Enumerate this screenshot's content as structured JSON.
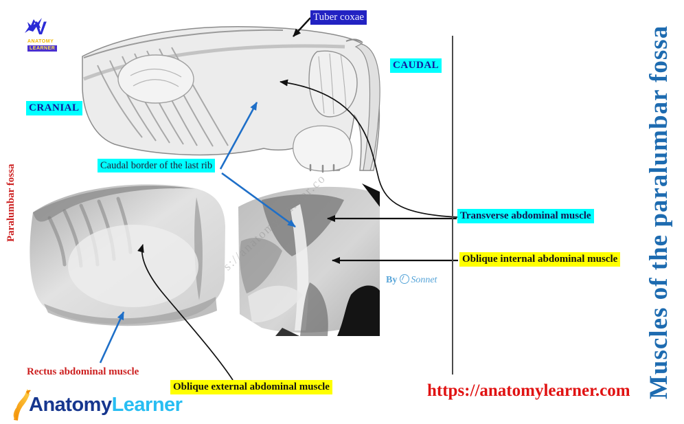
{
  "title": {
    "vertical_right": "Muscles of the paralumbar fossa"
  },
  "orientation": {
    "cranial": "CRANIAL",
    "caudal": "CAUDAL"
  },
  "region": {
    "paralumbar_fossa": "Paralumbar fossa"
  },
  "labels": {
    "tuber_coxae": "Tuber coxae",
    "caudal_border_last_rib": "Caudal border of the last rib",
    "transverse_abdominal": "Transverse abdominal muscle",
    "oblique_internal": "Oblique internal abdominal muscle",
    "oblique_external": "Oblique external abdominal muscle",
    "rectus_abdominal": "Rectus abdominal muscle"
  },
  "branding": {
    "logo_top": {
      "letter": "V",
      "line1": "ANATOMY",
      "line2": "LEARNER"
    },
    "logo_bottom": {
      "word1": "Anatomy",
      "word2": "Learner"
    },
    "website_url": "https://anatomylearner.com",
    "credit_by": "By",
    "credit_name": "Sonnet",
    "watermark": "s://anatomylearner.co"
  },
  "colors": {
    "highlight_cyan": "#00ffff",
    "highlight_yellow": "#ffff00",
    "tuber_coxae_bg": "#2222c2",
    "accent_red": "#cc1f1f",
    "title_blue": "#1d6bb0",
    "url_red": "#e01212",
    "arrow_blue": "#1e6fc8",
    "logo_navy": "#16368e",
    "logo_cyan": "#27bdf2"
  }
}
